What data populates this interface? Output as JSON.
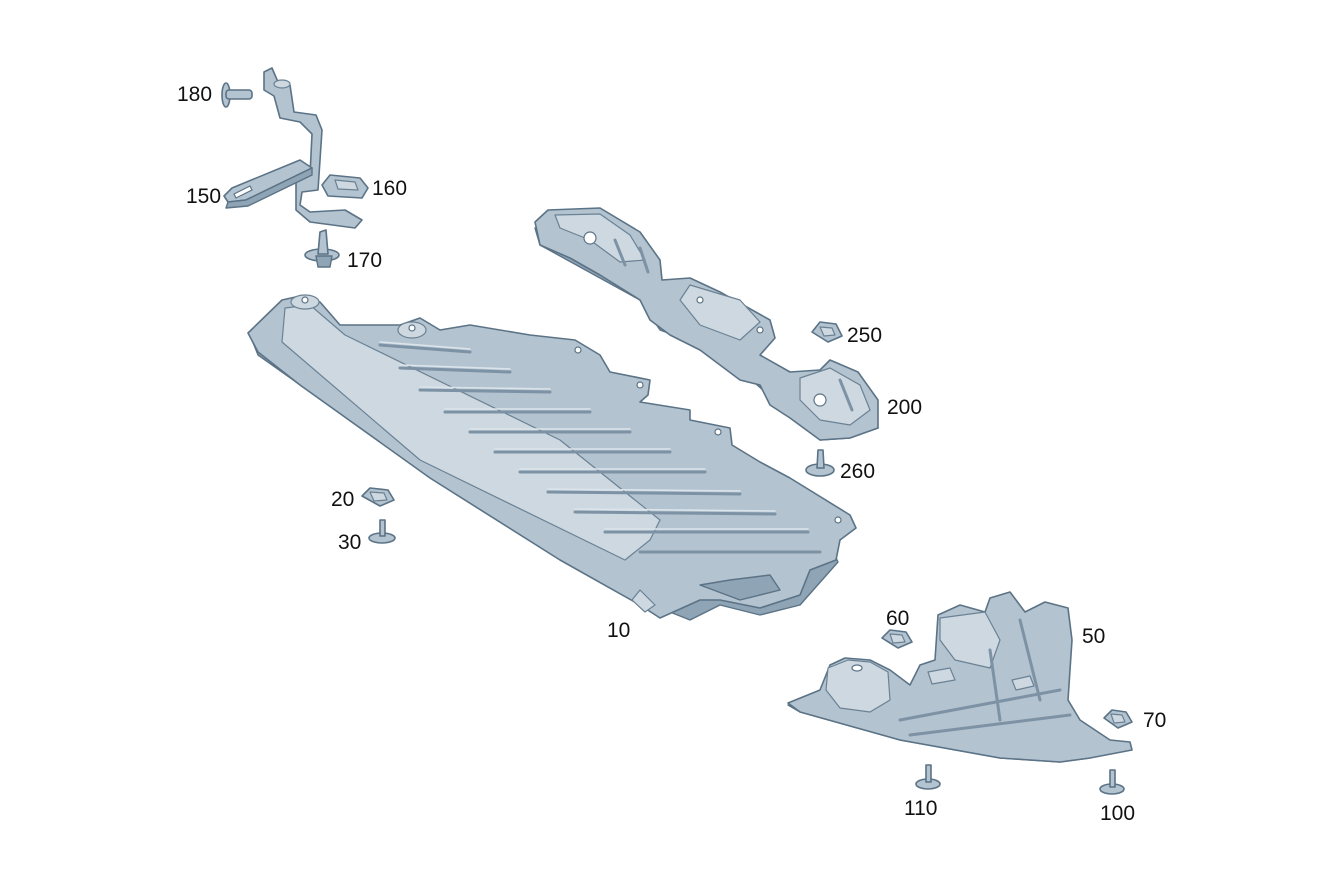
{
  "colors": {
    "part_fill": "#b3c3d0",
    "part_shadow": "#8fa4b5",
    "part_outline": "#5b7386",
    "label_text": "#111111",
    "background": "#ffffff"
  },
  "callouts": {
    "c10": "10",
    "c20": "20",
    "c30": "30",
    "c50": "50",
    "c60": "60",
    "c70": "70",
    "c100": "100",
    "c110": "110",
    "c150": "150",
    "c160": "160",
    "c170": "170",
    "c180": "180",
    "c200": "200",
    "c250": "250",
    "c260": "260"
  }
}
